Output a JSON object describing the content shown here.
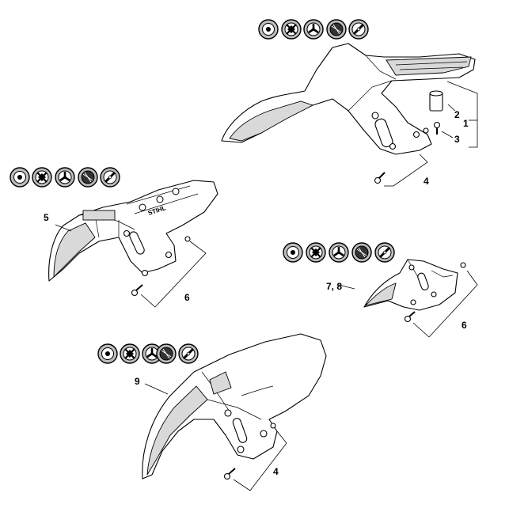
{
  "groups": [
    {
      "id": "top-right",
      "icons": [
        "saw-blade-icon",
        "grass-blade-4tooth-icon",
        "three-blade-knife-icon",
        "mulching-disc-icon",
        "double-blade-knife-icon"
      ],
      "labels": {
        "a": "1",
        "b": "2",
        "c": "3",
        "d": "4"
      }
    },
    {
      "id": "middle-left",
      "icons": [
        "saw-blade-icon",
        "grass-blade-4tooth-icon",
        "three-blade-knife-icon",
        "mulching-disc-icon",
        "double-blade-knife-icon"
      ],
      "labels": {
        "a": "5",
        "b": "6"
      }
    },
    {
      "id": "middle-right",
      "icons": [
        "saw-blade-icon",
        "grass-blade-4tooth-icon",
        "three-blade-knife-icon",
        "mulching-disc-icon",
        "double-blade-knife-icon"
      ],
      "labels": {
        "a": "7, 8",
        "b": "6"
      }
    },
    {
      "id": "bottom",
      "icons": [
        "saw-blade-icon",
        "grass-blade-4tooth-icon",
        "three-blade-knife-icon",
        "mulching-disc-icon",
        "double-blade-knife-icon"
      ],
      "labels": {
        "a": "9",
        "b": "4"
      }
    }
  ],
  "brand_mark": "STIHL"
}
